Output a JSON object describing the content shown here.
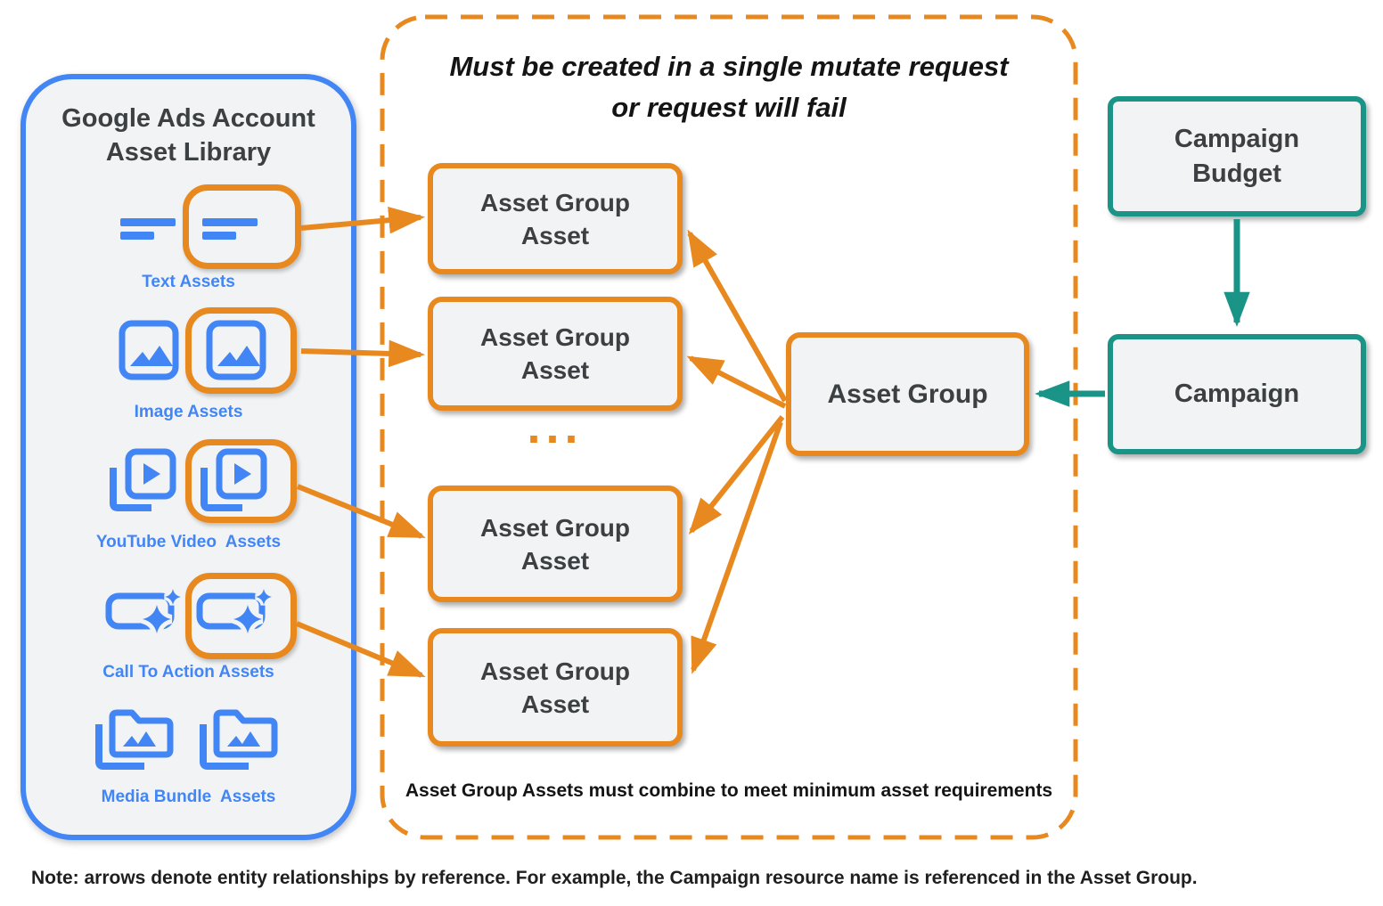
{
  "colors": {
    "orange": "#E8891F",
    "blue": "#4285F4",
    "teal": "#1B9488",
    "box_fill": "#F1F3F4",
    "text_dark": "#3C4043",
    "text_black": "#1F1F1F"
  },
  "library": {
    "title_line1": "Google Ads Account",
    "title_line2": "Asset Library",
    "items": [
      {
        "label": "Text Assets",
        "icon": "text-asset-icon"
      },
      {
        "label": "Image Assets",
        "icon": "image-asset-icon"
      },
      {
        "label": "YouTube Video  Assets",
        "icon": "youtube-video-asset-icon"
      },
      {
        "label": "Call To Action Assets",
        "icon": "call-to-action-asset-icon"
      },
      {
        "label": "Media Bundle  Assets",
        "icon": "media-bundle-asset-icon"
      }
    ]
  },
  "mutate_panel": {
    "title_line1": "Must be created in a single mutate request",
    "title_line2": "or request will fail",
    "boxes": [
      {
        "line1": "Asset Group",
        "line2": "Asset"
      },
      {
        "line1": "Asset Group",
        "line2": "Asset"
      },
      {
        "line1": "Asset Group",
        "line2": "Asset"
      },
      {
        "line1": "Asset Group",
        "line2": "Asset"
      }
    ],
    "ellipsis": "...",
    "footer": "Asset Group Assets must combine to meet minimum asset requirements"
  },
  "asset_group": {
    "label": "Asset Group"
  },
  "campaign_budget": {
    "line1": "Campaign",
    "line2": "Budget"
  },
  "campaign": {
    "label": "Campaign"
  },
  "note": "Note: arrows denote entity relationships by reference. For example, the Campaign resource name is referenced in the Asset Group."
}
